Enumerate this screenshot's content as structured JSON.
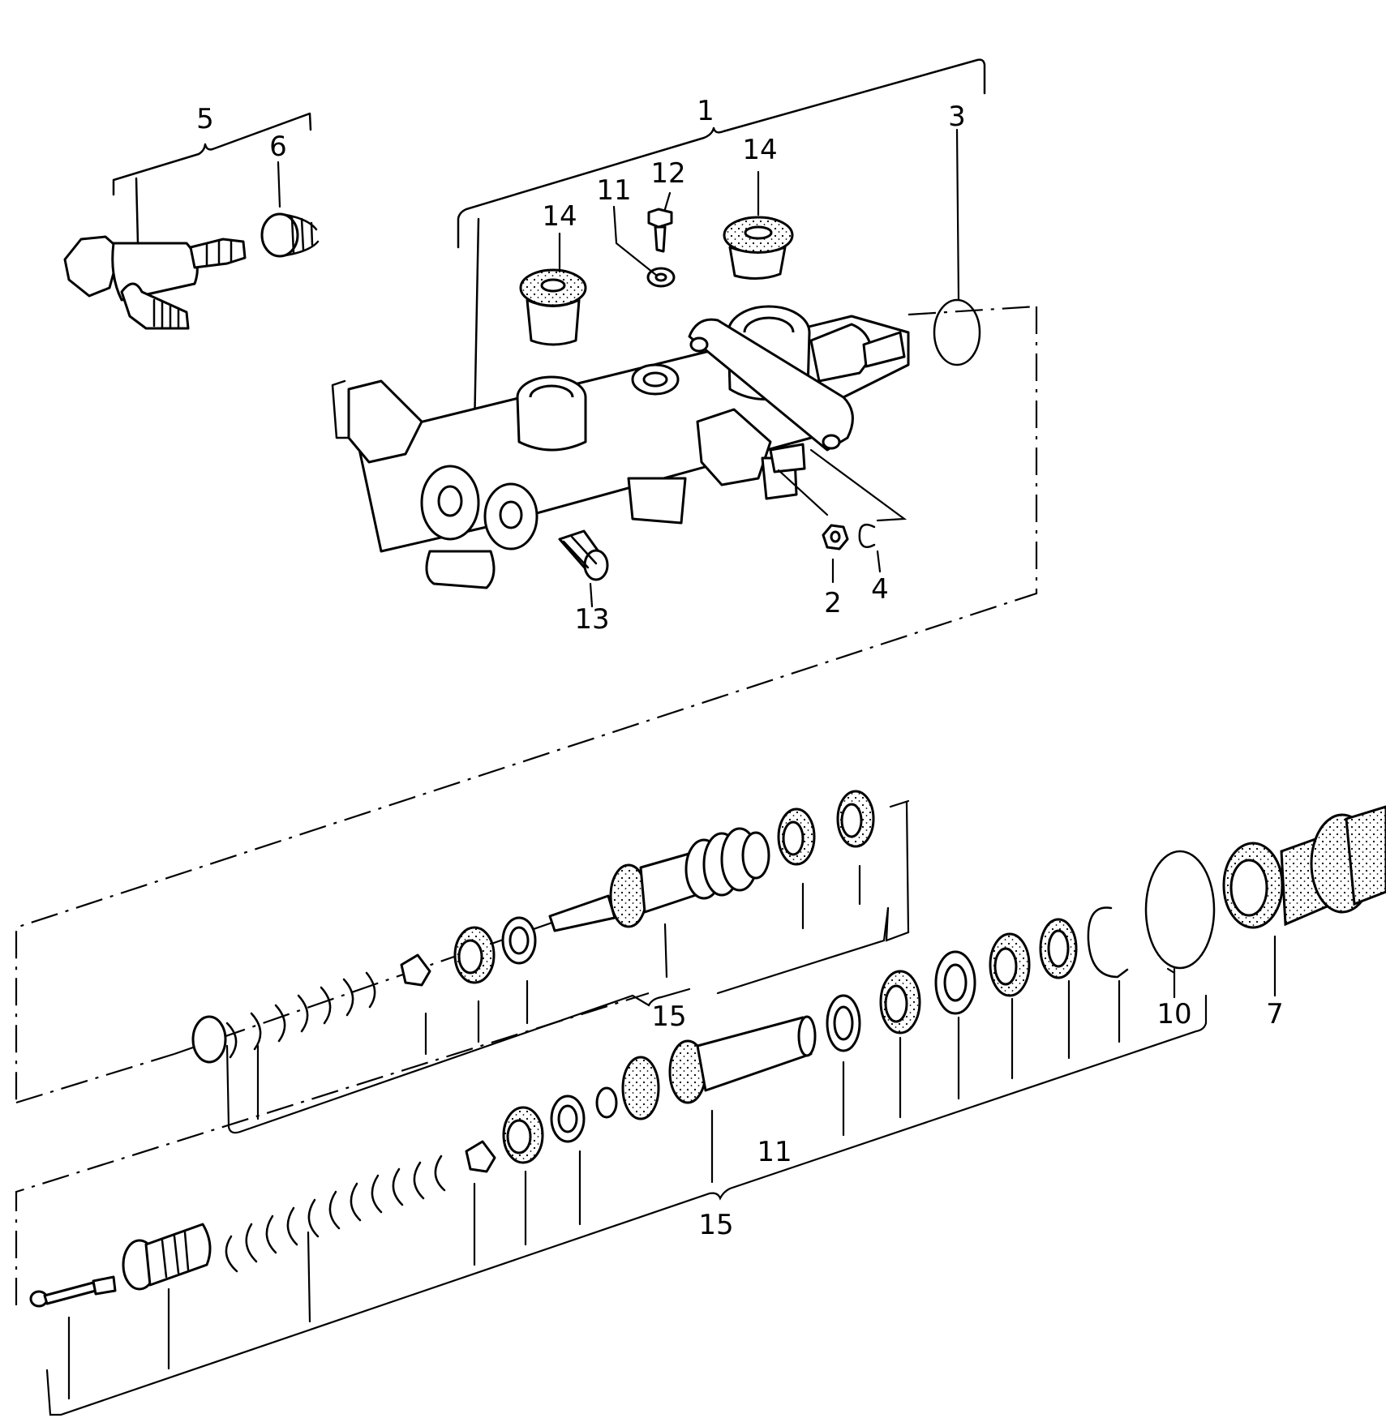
{
  "callouts": {
    "c1": "1",
    "c2": "2",
    "c3": "3",
    "c4": "4",
    "c5": "5",
    "c6": "6",
    "c7": "7",
    "c10": "10",
    "c11_top": "11",
    "c11_bottom": "11",
    "c12": "12",
    "c13": "13",
    "c14_left": "14",
    "c14_right": "14",
    "c15_upper": "15",
    "c15_lower": "15"
  }
}
